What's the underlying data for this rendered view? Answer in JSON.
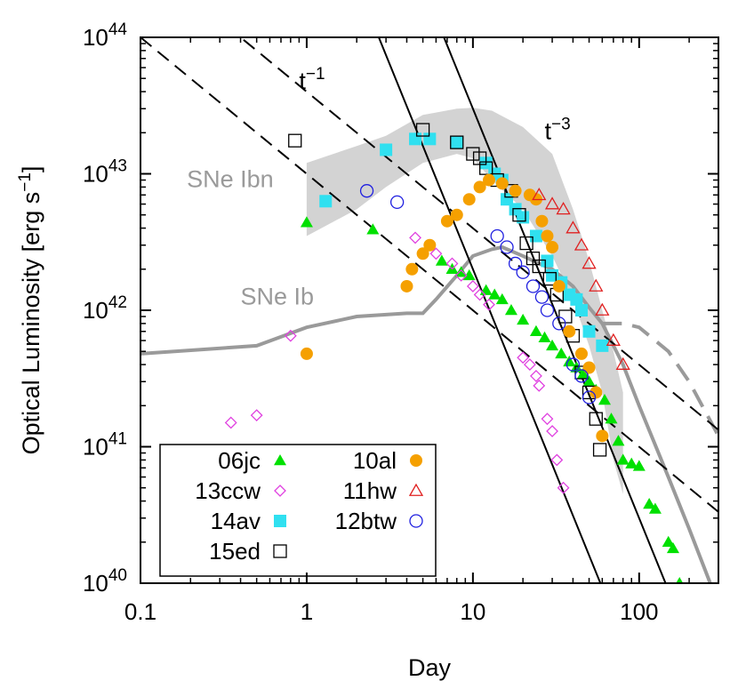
{
  "chart_data": {
    "type": "scatter",
    "xlabel": "Day",
    "ylabel": "Optical Luminosity [erg s",
    "ylabel_sup": "−1",
    "ylabel_close": "]",
    "xscale": "log",
    "yscale": "log",
    "xlim": [
      0.1,
      300
    ],
    "ylim": [
      1e+40,
      1e+44
    ],
    "x_ticks": [
      {
        "v": 0.1,
        "label": "0.1"
      },
      {
        "v": 1,
        "label": "1"
      },
      {
        "v": 10,
        "label": "10"
      },
      {
        "v": 100,
        "label": "100"
      }
    ],
    "y_ticks": [
      {
        "v": 1e+40,
        "base": "10",
        "exp": "40"
      },
      {
        "v": 1e+41,
        "base": "10",
        "exp": "41"
      },
      {
        "v": 1e+42,
        "base": "10",
        "exp": "42"
      },
      {
        "v": 1e+43,
        "base": "10",
        "exp": "43"
      },
      {
        "v": 1e+44,
        "base": "10",
        "exp": "44"
      }
    ],
    "annotations": [
      {
        "text": "t",
        "sup": "−1",
        "x": 0.9,
        "y": 4.2e+43
      },
      {
        "text": "t",
        "sup": "−3",
        "x": 27,
        "y": 1.8e+43
      },
      {
        "text": "SNe Ibn",
        "x": 0.19,
        "y": 8e+42,
        "color": "#9a9a9a"
      },
      {
        "text": "SNe Ib",
        "x": 0.4,
        "y": 1.1e+42,
        "color": "#9a9a9a"
      }
    ],
    "colors": {
      "band": "#d3d3d3",
      "template": "#9a9a9a",
      "06jc": "#00e000",
      "13ccw": "#e040e0",
      "14av": "#30e0f0",
      "15ed": "#000000",
      "10al": "#f5a000",
      "11hw": "#e02020",
      "12btw": "#2020e0"
    },
    "guides": [
      {
        "name": "t-1 upper",
        "style": "dashed",
        "x": [
          0.1,
          300
        ],
        "y": [
          4e+44,
          1.33e+41
        ]
      },
      {
        "name": "t-1 lower",
        "style": "dashed",
        "x": [
          0.1,
          300
        ],
        "y": [
          1e+44,
          3.33e+40
        ]
      },
      {
        "name": "t-3 left",
        "style": "solid",
        "x": [
          1,
          100
        ],
        "y": [
          2e+45,
          2e+39
        ]
      },
      {
        "name": "t-3 right",
        "style": "solid",
        "x": [
          1,
          300
        ],
        "y": [
          3e+46,
          1.11e+39
        ]
      }
    ],
    "ibn_band": {
      "upper": [
        [
          1,
          1.2e+43
        ],
        [
          2,
          1.6e+43
        ],
        [
          3,
          1.9e+43
        ],
        [
          5,
          2.7e+43
        ],
        [
          8,
          3e+43
        ],
        [
          10,
          3.05e+43
        ],
        [
          13,
          2.9e+43
        ],
        [
          20,
          2.2e+43
        ],
        [
          30,
          1.4e+43
        ],
        [
          40,
          5.5e+42
        ],
        [
          45,
          3.5e+42
        ],
        [
          50,
          2.3e+42
        ],
        [
          55,
          1.5e+42
        ],
        [
          60,
          1e+42
        ],
        [
          70,
          5e+41
        ],
        [
          80,
          2.5e+41
        ]
      ],
      "lower": [
        [
          1,
          3.5e+42
        ],
        [
          2,
          5.5e+42
        ],
        [
          3,
          8e+42
        ],
        [
          5,
          1.2e+43
        ],
        [
          8,
          1.4e+43
        ],
        [
          10,
          1.3e+43
        ],
        [
          13,
          9e+42
        ],
        [
          20,
          5.5e+42
        ],
        [
          30,
          2.5e+42
        ],
        [
          40,
          1.2e+42
        ],
        [
          50,
          5.5e+41
        ],
        [
          60,
          2.5e+41
        ],
        [
          70,
          8e+40
        ],
        [
          80,
          4.5e+40
        ]
      ]
    },
    "ib_template": {
      "solid": [
        [
          0.1,
          4.8e+41
        ],
        [
          0.5,
          5.5e+41
        ],
        [
          1,
          7.5e+41
        ],
        [
          2,
          9e+41
        ],
        [
          4,
          9.5e+41
        ],
        [
          5,
          9.5e+41
        ],
        [
          6,
          1.2e+42
        ],
        [
          8,
          1.8e+42
        ],
        [
          10,
          2.5e+42
        ],
        [
          13,
          2.8e+42
        ],
        [
          15,
          2.9e+42
        ],
        [
          20,
          2.5e+42
        ],
        [
          25,
          2.2e+42
        ],
        [
          30,
          2e+42
        ],
        [
          40,
          1.5e+42
        ],
        [
          50,
          1.05e+42
        ],
        [
          60,
          8e+41
        ],
        [
          80,
          4e+41
        ],
        [
          100,
          2e+41
        ],
        [
          150,
          6e+40
        ],
        [
          200,
          2.5e+40
        ],
        [
          300,
          7e+39
        ]
      ],
      "dashed": [
        [
          60,
          8e+41
        ],
        [
          80,
          8e+41
        ],
        [
          100,
          7.5e+41
        ],
        [
          150,
          5e+41
        ],
        [
          200,
          3e+41
        ],
        [
          300,
          1.2e+41
        ]
      ]
    },
    "series": [
      {
        "name": "06jc",
        "marker": "triangle-filled",
        "points": [
          [
            1,
            4.4e+42
          ],
          [
            2.5,
            3.9e+42
          ],
          [
            6.5,
            2.3e+42
          ],
          [
            7.5,
            2e+42
          ],
          [
            8.5,
            1.9e+42
          ],
          [
            9.5,
            1.8e+42
          ],
          [
            12,
            1.4e+42
          ],
          [
            13.5,
            1.3e+42
          ],
          [
            15,
            1.2e+42
          ],
          [
            17,
            1e+42
          ],
          [
            20,
            8.5e+41
          ],
          [
            24,
            7e+41
          ],
          [
            27,
            6.3e+41
          ],
          [
            30,
            5.5e+41
          ],
          [
            34,
            4.8e+41
          ],
          [
            38,
            4.2e+41
          ],
          [
            42,
            3.8e+41
          ],
          [
            46,
            3.4e+41
          ],
          [
            50,
            3e+41
          ],
          [
            55,
            2.6e+41
          ],
          [
            62,
            2.2e+41
          ],
          [
            68,
            1.6e+41
          ],
          [
            75,
            1.1e+41
          ],
          [
            80,
            8e+40
          ],
          [
            90,
            7.5e+40
          ],
          [
            100,
            7.2e+40
          ],
          [
            115,
            3.8e+40
          ],
          [
            125,
            3.5e+40
          ],
          [
            150,
            2e+40
          ],
          [
            160,
            1.8e+40
          ],
          [
            175,
            1e+40
          ]
        ]
      },
      {
        "name": "13ccw",
        "marker": "diamond-open",
        "points": [
          [
            0.35,
            1.5e+41
          ],
          [
            0.5,
            1.7e+41
          ],
          [
            0.8,
            6.5e+41
          ],
          [
            4.5,
            3.4e+42
          ],
          [
            6,
            2.6e+42
          ],
          [
            7.5,
            2.2e+42
          ],
          [
            8.5,
            1.8e+42
          ],
          [
            10,
            1.5e+42
          ],
          [
            11,
            1.3e+42
          ],
          [
            12.5,
            1.1e+42
          ],
          [
            20,
            4.5e+41
          ],
          [
            22,
            4e+41
          ],
          [
            24,
            3.3e+41
          ],
          [
            25,
            2.8e+41
          ],
          [
            28,
            1.6e+41
          ],
          [
            30,
            1.3e+41
          ],
          [
            32,
            8e+40
          ],
          [
            35,
            5e+40
          ]
        ]
      },
      {
        "name": "14av",
        "marker": "square-filled",
        "points": [
          [
            1.3,
            6.3e+42
          ],
          [
            3,
            1.5e+43
          ],
          [
            4.5,
            1.8e+43
          ],
          [
            5.5,
            1.8e+43
          ],
          [
            8,
            1.7e+43
          ],
          [
            12,
            1.2e+43
          ],
          [
            13.5,
            1e+43
          ],
          [
            15,
            9e+42
          ],
          [
            16,
            6.5e+42
          ],
          [
            18,
            5.5e+42
          ],
          [
            20,
            4.8e+42
          ],
          [
            24,
            3.5e+42
          ],
          [
            28,
            2.3e+42
          ],
          [
            30,
            1.8e+42
          ],
          [
            34,
            1.6e+42
          ],
          [
            38,
            1.3e+42
          ],
          [
            42,
            1.2e+42
          ],
          [
            45,
            1e+42
          ],
          [
            50,
            7e+41
          ],
          [
            60,
            5.5e+41
          ]
        ]
      },
      {
        "name": "15ed",
        "marker": "square-open",
        "points": [
          [
            0.85,
            1.75e+43
          ],
          [
            5,
            2.1e+43
          ],
          [
            8,
            1.7e+43
          ],
          [
            10,
            1.4e+43
          ],
          [
            11,
            1.3e+43
          ],
          [
            12,
            1.1e+43
          ],
          [
            14,
            9e+42
          ],
          [
            17,
            7.5e+42
          ],
          [
            19,
            5e+42
          ],
          [
            21,
            3.1e+42
          ],
          [
            23,
            2.4e+42
          ],
          [
            25,
            2.1e+42
          ],
          [
            29,
            1.7e+42
          ],
          [
            32,
            1.3e+42
          ],
          [
            36,
            9e+41
          ],
          [
            40,
            6.5e+41
          ],
          [
            45,
            3.5e+41
          ],
          [
            50,
            2.5e+41
          ],
          [
            55,
            1.6e+41
          ],
          [
            58,
            9.5e+40
          ]
        ]
      },
      {
        "name": "10al",
        "marker": "circle-filled",
        "points": [
          [
            1,
            4.8e+41
          ],
          [
            4,
            1.5e+42
          ],
          [
            4.3,
            2e+42
          ],
          [
            5,
            2.6e+42
          ],
          [
            5.5,
            3e+42
          ],
          [
            7,
            4.5e+42
          ],
          [
            8,
            5e+42
          ],
          [
            9.5,
            6.5e+42
          ],
          [
            11,
            8e+42
          ],
          [
            12.5,
            9e+42
          ],
          [
            15,
            8.5e+42
          ],
          [
            18,
            7.5e+42
          ],
          [
            22,
            7e+42
          ],
          [
            24,
            6.5e+42
          ],
          [
            26,
            4.5e+42
          ],
          [
            28,
            3.5e+42
          ],
          [
            30,
            2.9e+42
          ],
          [
            33,
            1.5e+42
          ],
          [
            38,
            7e+41
          ],
          [
            45,
            4.8e+41
          ],
          [
            50,
            3.8e+41
          ],
          [
            55,
            2.5e+41
          ],
          [
            60,
            1.2e+41
          ]
        ]
      },
      {
        "name": "11hw",
        "marker": "triangle-open",
        "points": [
          [
            25,
            7e+42
          ],
          [
            30,
            6e+42
          ],
          [
            35,
            5.5e+42
          ],
          [
            40,
            4e+42
          ],
          [
            45,
            3e+42
          ],
          [
            50,
            2.2e+42
          ],
          [
            55,
            1.5e+42
          ],
          [
            60,
            1e+42
          ],
          [
            70,
            6e+41
          ],
          [
            80,
            4e+41
          ]
        ]
      },
      {
        "name": "12btw",
        "marker": "circle-open",
        "points": [
          [
            2.3,
            7.5e+42
          ],
          [
            3.5,
            6.2e+42
          ],
          [
            14,
            3.5e+42
          ],
          [
            16,
            2.9e+42
          ],
          [
            18,
            2.2e+42
          ],
          [
            20,
            1.9e+42
          ],
          [
            23,
            1.5e+42
          ],
          [
            26,
            1.25e+42
          ],
          [
            28,
            1e+42
          ],
          [
            33,
            8e+41
          ],
          [
            40,
            4e+41
          ],
          [
            45,
            3.3e+41
          ],
          [
            50,
            2.3e+41
          ]
        ]
      }
    ],
    "legend": {
      "position": "bottom-left",
      "entries": [
        {
          "label": "06jc",
          "series": "06jc"
        },
        {
          "label": "10al",
          "series": "10al"
        },
        {
          "label": "13ccw",
          "series": "13ccw"
        },
        {
          "label": "11hw",
          "series": "11hw"
        },
        {
          "label": "14av",
          "series": "14av"
        },
        {
          "label": "12btw",
          "series": "12btw"
        },
        {
          "label": "15ed",
          "series": "15ed"
        }
      ]
    }
  }
}
